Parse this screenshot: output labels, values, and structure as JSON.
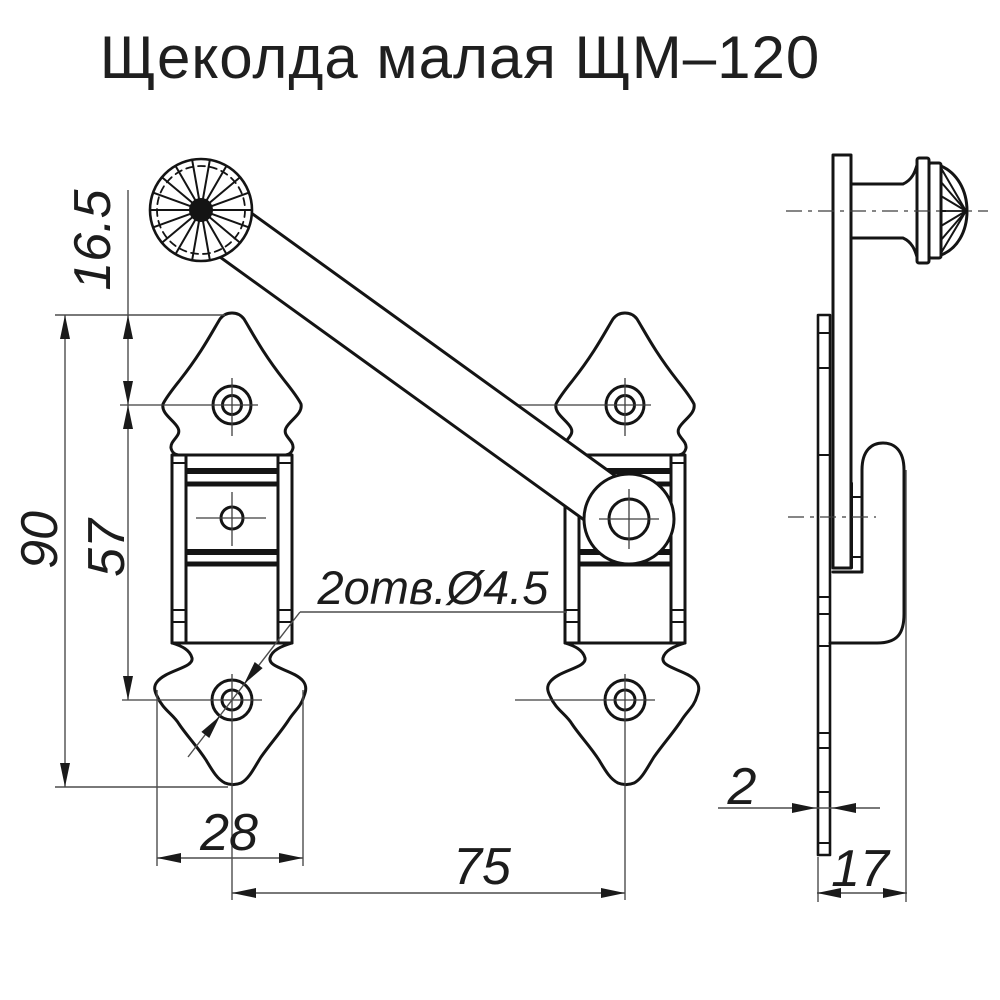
{
  "title": "Щеколда малая ЩМ–120",
  "drawing": {
    "hole_note": "2отв.Ø4.5",
    "dims": {
      "top_offset": "16.5",
      "total_height": "90",
      "hole_spacing": "57",
      "plate_width": "28",
      "plate_distance": "75",
      "thickness": "2",
      "side_depth": "17"
    }
  },
  "colors": {
    "line": "#141414",
    "dimension_line": "#4d4d4d",
    "background": "#ffffff"
  }
}
